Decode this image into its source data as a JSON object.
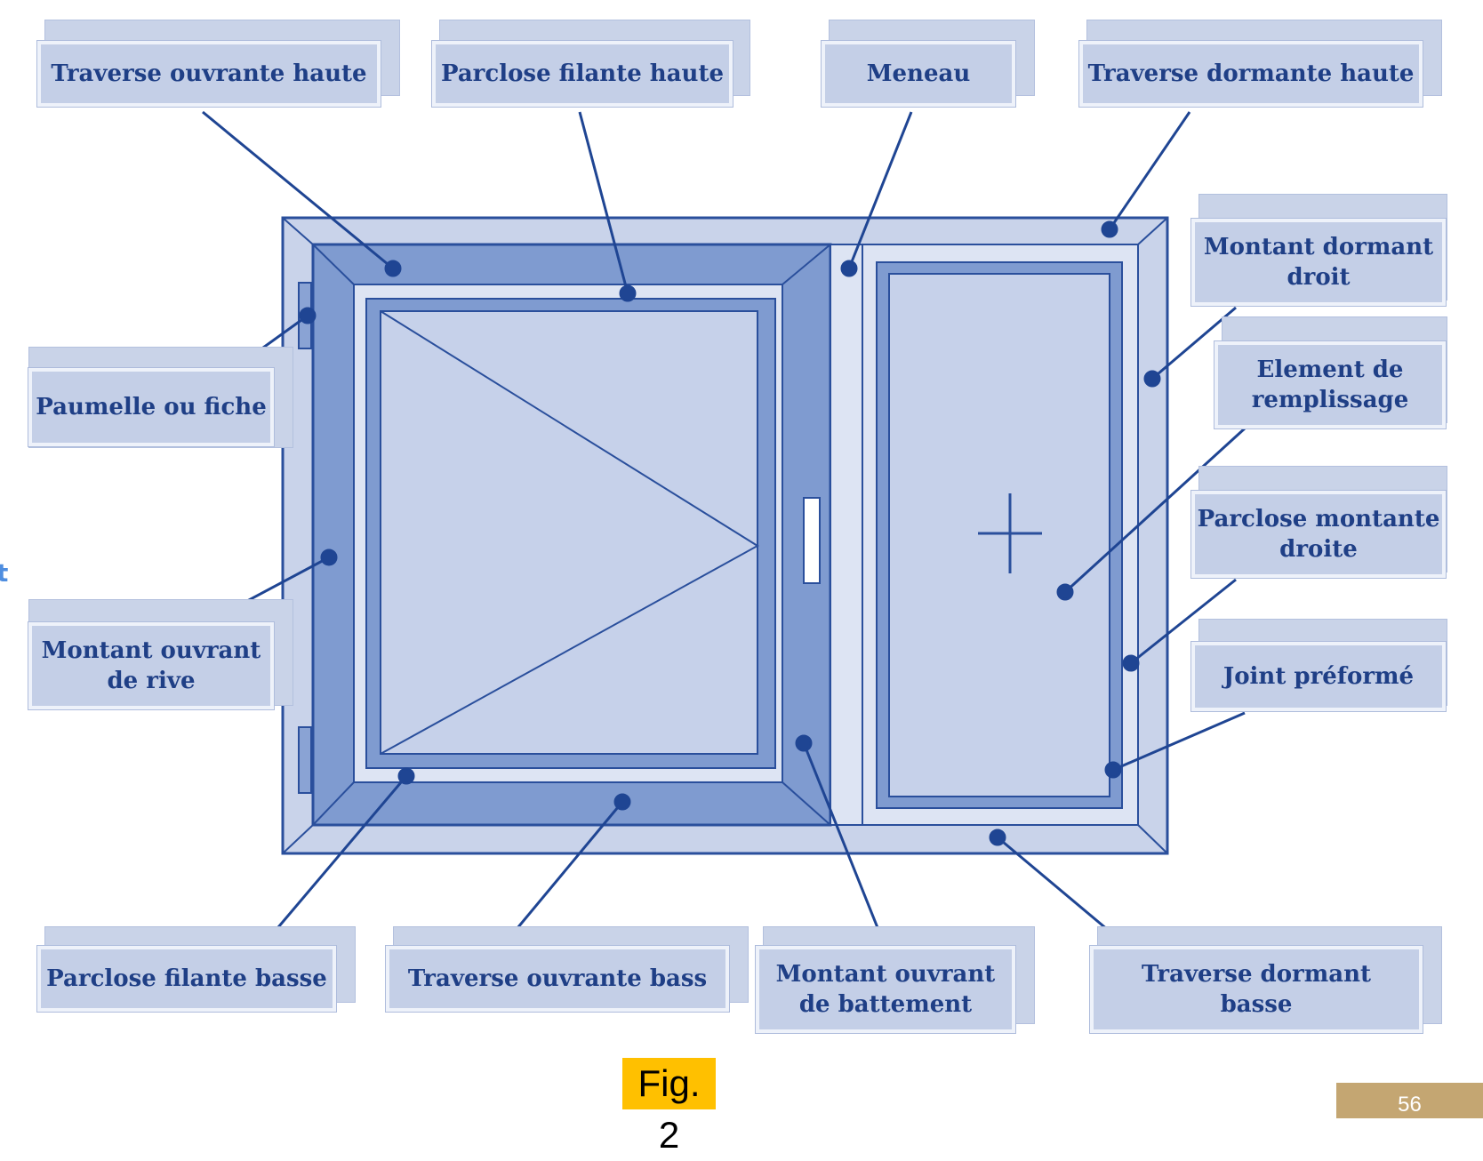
{
  "labels": {
    "traverse_ouvrante_haute": "Traverse ouvrante haute",
    "parclose_filante_haute": "Parclose filante haute",
    "meneau": "Meneau",
    "traverse_dormante_haute": "Traverse dormante haute",
    "montant_dormant_droit": "Montant dormant\ndroit",
    "element_remplissage": "Element de\nremplissage",
    "parclose_montante_droite": "Parclose montante\ndroite",
    "joint_preforme": "Joint préformé",
    "paumelle_ou_fiche": "Paumelle ou fiche",
    "montant_ouvrant_rive": "Montant ouvrant\nde rive",
    "parclose_filante_basse": "Parclose filante basse",
    "traverse_ouvrante_bass": "Traverse ouvrante bass",
    "montant_ouvrant_battement": "Montant ouvrant\nde battement",
    "traverse_dormant_basse": "Traverse dormant\nbasse"
  },
  "stray_text": "t",
  "caption": "Fig. 2",
  "page_number": "56",
  "colors": {
    "line": "#1f4593",
    "frame": "#c9d3ea",
    "sash": "#7f9bd0",
    "glass": "#c6d1ea",
    "label_text": "#1f3f86",
    "caption_bg": "#ffc000",
    "page_badge": "#c4a672"
  }
}
